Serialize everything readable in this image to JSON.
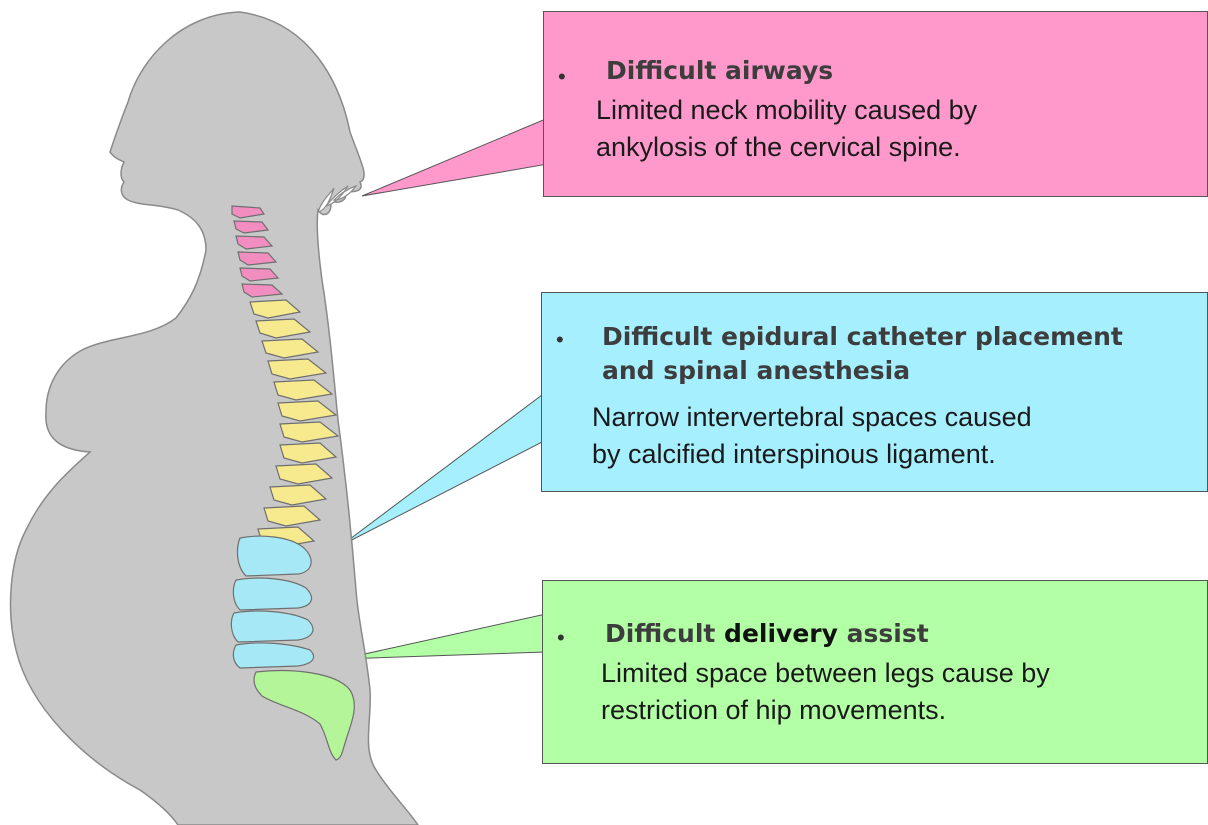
{
  "colors": {
    "silhouette": "#c8c8c8",
    "cervical": "#f28dc0",
    "thoracic": "#f7ea8e",
    "lumbar": "#a6e8f5",
    "sacrum": "#b5f59a",
    "callout_airways": "#ff99cc",
    "callout_epidural": "#a6efff",
    "callout_delivery": "#b3ffa6"
  },
  "callouts": {
    "airways": {
      "bullet": "•",
      "heading": "Difficult airways",
      "line1": "Limited neck mobility caused by",
      "line2": "ankylosis of the cervical spine."
    },
    "epidural": {
      "bullet": "•",
      "heading_line1": "Difficult epidural catheter placement",
      "heading_line2": "and spinal anesthesia",
      "line1": "Narrow intervertebral spaces caused",
      "line2": "by calcified interspinous ligament."
    },
    "delivery": {
      "bullet": "•",
      "heading_pre": "Difficult ",
      "heading_emph": "delivery",
      "heading_post": " assist",
      "line1": "Limited space between legs cause by",
      "line2": "restriction of hip movements."
    }
  }
}
